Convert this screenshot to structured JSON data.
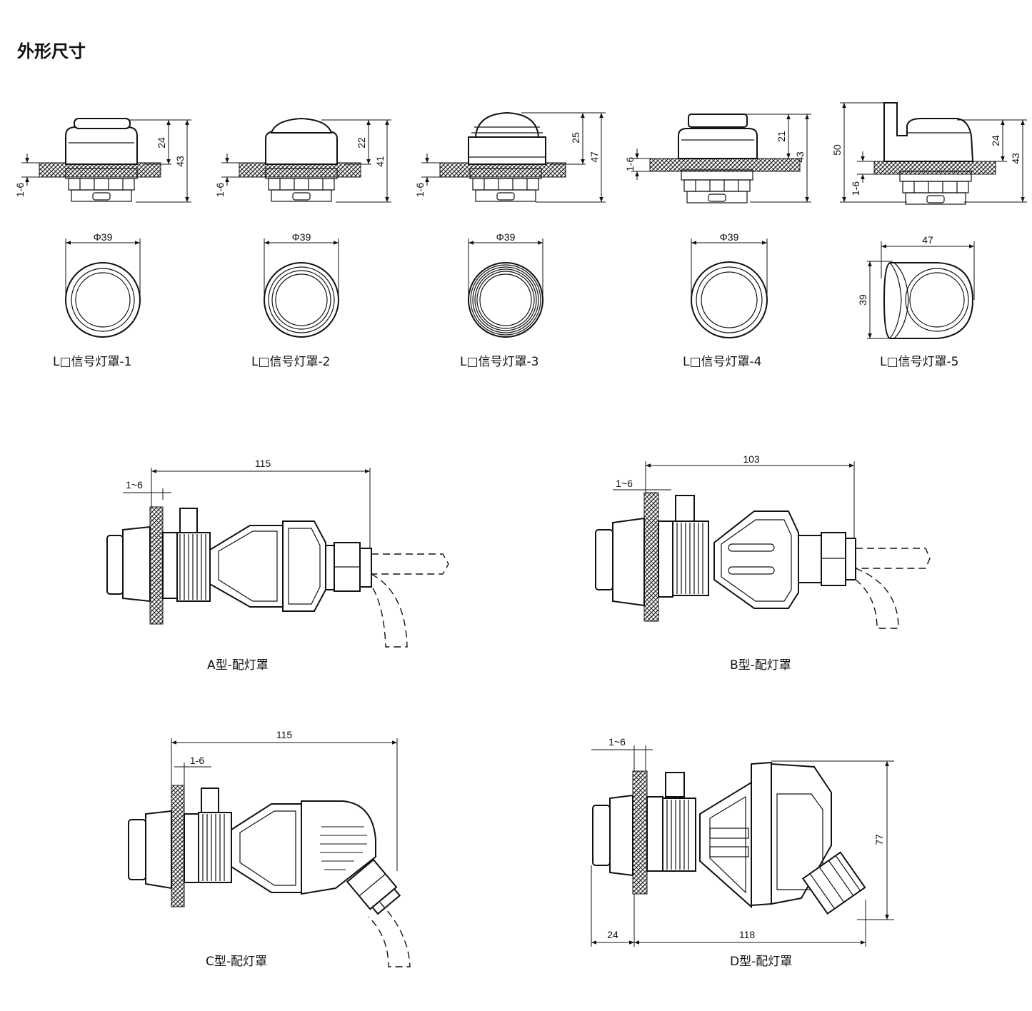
{
  "title": "外形尺寸",
  "lamps": [
    {
      "caption": "L□信号灯罩-1",
      "dim_h_small": "24",
      "dim_h_total": "43",
      "dim_thk": "1-6",
      "dia": "Φ39"
    },
    {
      "caption": "L□信号灯罩-2",
      "dim_h_small": "22",
      "dim_h_total": "41",
      "dim_thk": "1-6",
      "dia": "Φ39"
    },
    {
      "caption": "L□信号灯罩-3",
      "dim_h_small": "25",
      "dim_h_total": "47",
      "dim_thk": "1-6",
      "dia": "Φ39"
    },
    {
      "caption": "L□信号灯罩-4",
      "dim_h_small": "21",
      "dim_h_total": "43",
      "dim_thk": "1-6",
      "dia": "Φ39"
    },
    {
      "caption": "L□信号灯罩-5",
      "dim_h_small": "24",
      "dim_h_total": "43",
      "dim_thk": "1-6",
      "dim_h_left": "50",
      "width": "47",
      "height": "39"
    }
  ],
  "assemblies": {
    "a": {
      "caption": "A型-配灯罩",
      "len": "115",
      "thk": "1~6"
    },
    "b": {
      "caption": "B型-配灯罩",
      "len": "103",
      "thk": "1~6"
    },
    "c": {
      "caption": "C型-配灯罩",
      "len": "115",
      "thk": "1-6"
    },
    "d": {
      "caption": "D型-配灯罩",
      "thk": "1~6",
      "height": "77",
      "left": "24",
      "right": "118"
    }
  }
}
